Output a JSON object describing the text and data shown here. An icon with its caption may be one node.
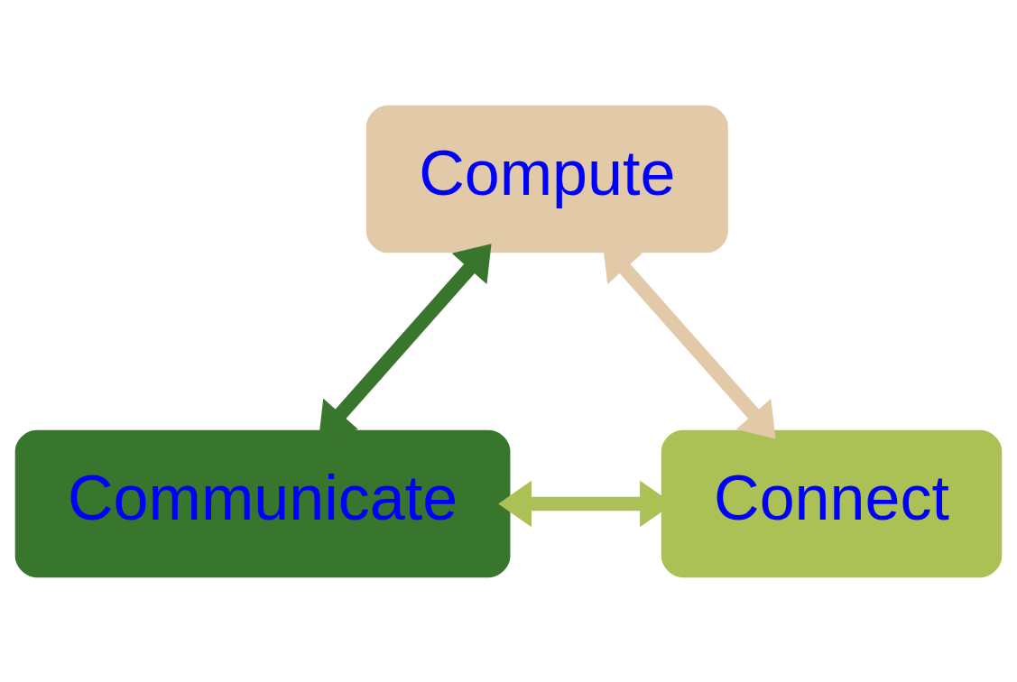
{
  "diagram": {
    "nodes": [
      {
        "text": [
          "Compute"
        ]
      },
      {
        "text": [
          "Communicate"
        ]
      },
      {
        "text": [
          "Connect"
        ]
      }
    ],
    "edges": [
      {
        "from": 1,
        "to": 0,
        "arrow": "both",
        "color": "#38752d"
      },
      {
        "from": 0,
        "to": 2,
        "arrow": "both",
        "color": "#e2c9a8"
      },
      {
        "from": 1,
        "to": 2,
        "arrow": "both",
        "color": "#abc155"
      }
    ]
  }
}
